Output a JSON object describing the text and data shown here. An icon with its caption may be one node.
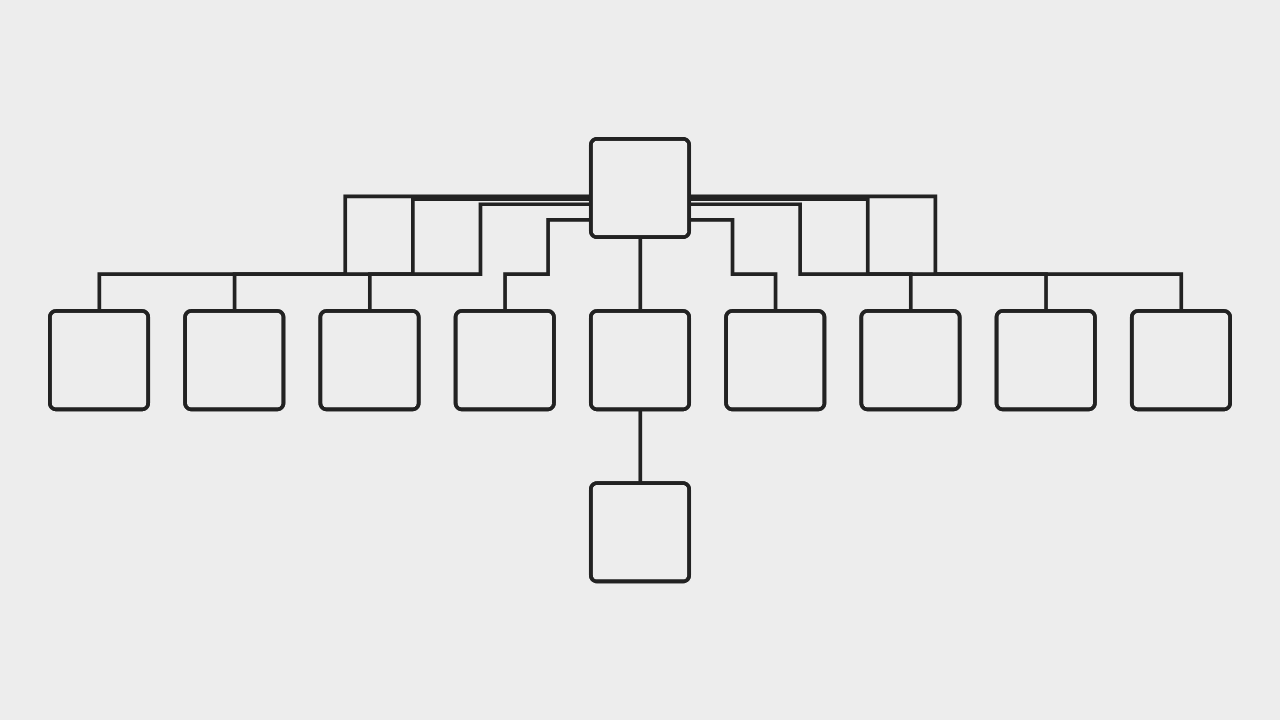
{
  "diagram": {
    "nodes": [
      {
        "text": [],
        "shape": "box"
      },
      {
        "text": [],
        "shape": "box"
      },
      {
        "text": [],
        "shape": "box"
      },
      {
        "text": [],
        "shape": "box"
      },
      {
        "text": [],
        "shape": "box"
      },
      {
        "text": [],
        "shape": "box"
      },
      {
        "text": [],
        "shape": "box"
      },
      {
        "text": [],
        "shape": "box"
      },
      {
        "text": [],
        "shape": "box"
      },
      {
        "text": [],
        "shape": "box"
      },
      {
        "text": [],
        "shape": "box"
      }
    ],
    "edges": [
      {
        "from": 0,
        "to": 1,
        "arrow": "none"
      },
      {
        "from": 0,
        "to": 2,
        "arrow": "none"
      },
      {
        "from": 0,
        "to": 3,
        "arrow": "none"
      },
      {
        "from": 0,
        "to": 4,
        "arrow": "none"
      },
      {
        "from": 0,
        "to": 5,
        "arrow": "none"
      },
      {
        "from": 0,
        "to": 6,
        "arrow": "none"
      },
      {
        "from": 0,
        "to": 7,
        "arrow": "none"
      },
      {
        "from": 0,
        "to": 8,
        "arrow": "none"
      },
      {
        "from": 0,
        "to": 9,
        "arrow": "none"
      },
      {
        "from": 5,
        "to": 10,
        "arrow": "none"
      }
    ]
  }
}
